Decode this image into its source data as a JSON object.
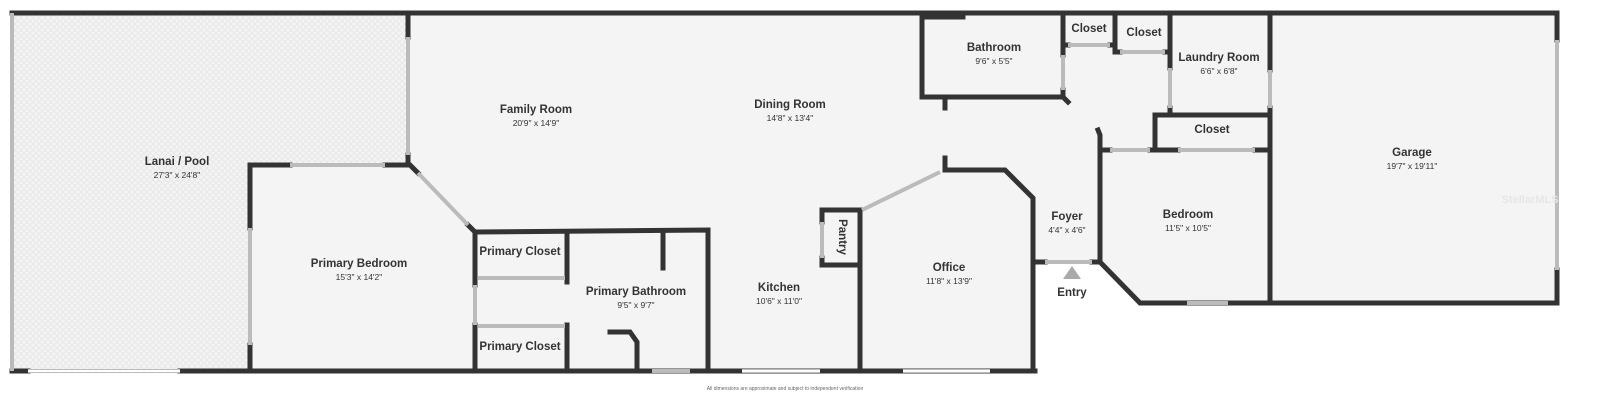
{
  "rooms": {
    "lanai": {
      "name": "Lanai / Pool",
      "dims": "27'3\" x 24'8\""
    },
    "family": {
      "name": "Family Room",
      "dims": "20'9\" x 14'9\""
    },
    "dining": {
      "name": "Dining Room",
      "dims": "14'8\" x 13'4\""
    },
    "bathroom": {
      "name": "Bathroom",
      "dims": "9'6\" x 5'5\""
    },
    "closet1": {
      "name": "Closet"
    },
    "closet2": {
      "name": "Closet"
    },
    "laundry": {
      "name": "Laundry Room",
      "dims": "6'6\" x 6'8\""
    },
    "closet3": {
      "name": "Closet"
    },
    "garage": {
      "name": "Garage",
      "dims": "19'7\" x 19'11\""
    },
    "primary_bedroom": {
      "name": "Primary Bedroom",
      "dims": "15'3\" x 14'2\""
    },
    "primary_closet1": {
      "name": "Primary Closet"
    },
    "primary_closet2": {
      "name": "Primary Closet"
    },
    "primary_bathroom": {
      "name": "Primary Bathroom",
      "dims": "9'5\" x 9'7\""
    },
    "kitchen": {
      "name": "Kitchen",
      "dims": "10'6\" x 11'0\""
    },
    "pantry": {
      "name": "Pantry"
    },
    "office": {
      "name": "Office",
      "dims": "11'8\" x 13'9\""
    },
    "foyer": {
      "name": "Foyer",
      "dims": "4'4\" x 4'6\""
    },
    "bedroom": {
      "name": "Bedroom",
      "dims": "11'5\" x 10'5\""
    }
  },
  "entry_label": "Entry",
  "disclaimer": "All dimensions are approximate and subject to independent verification",
  "watermark": "StellarMLS",
  "colors": {
    "wall": "#333333",
    "floor": "#f4f4f4",
    "window": "#bbbbbb"
  }
}
